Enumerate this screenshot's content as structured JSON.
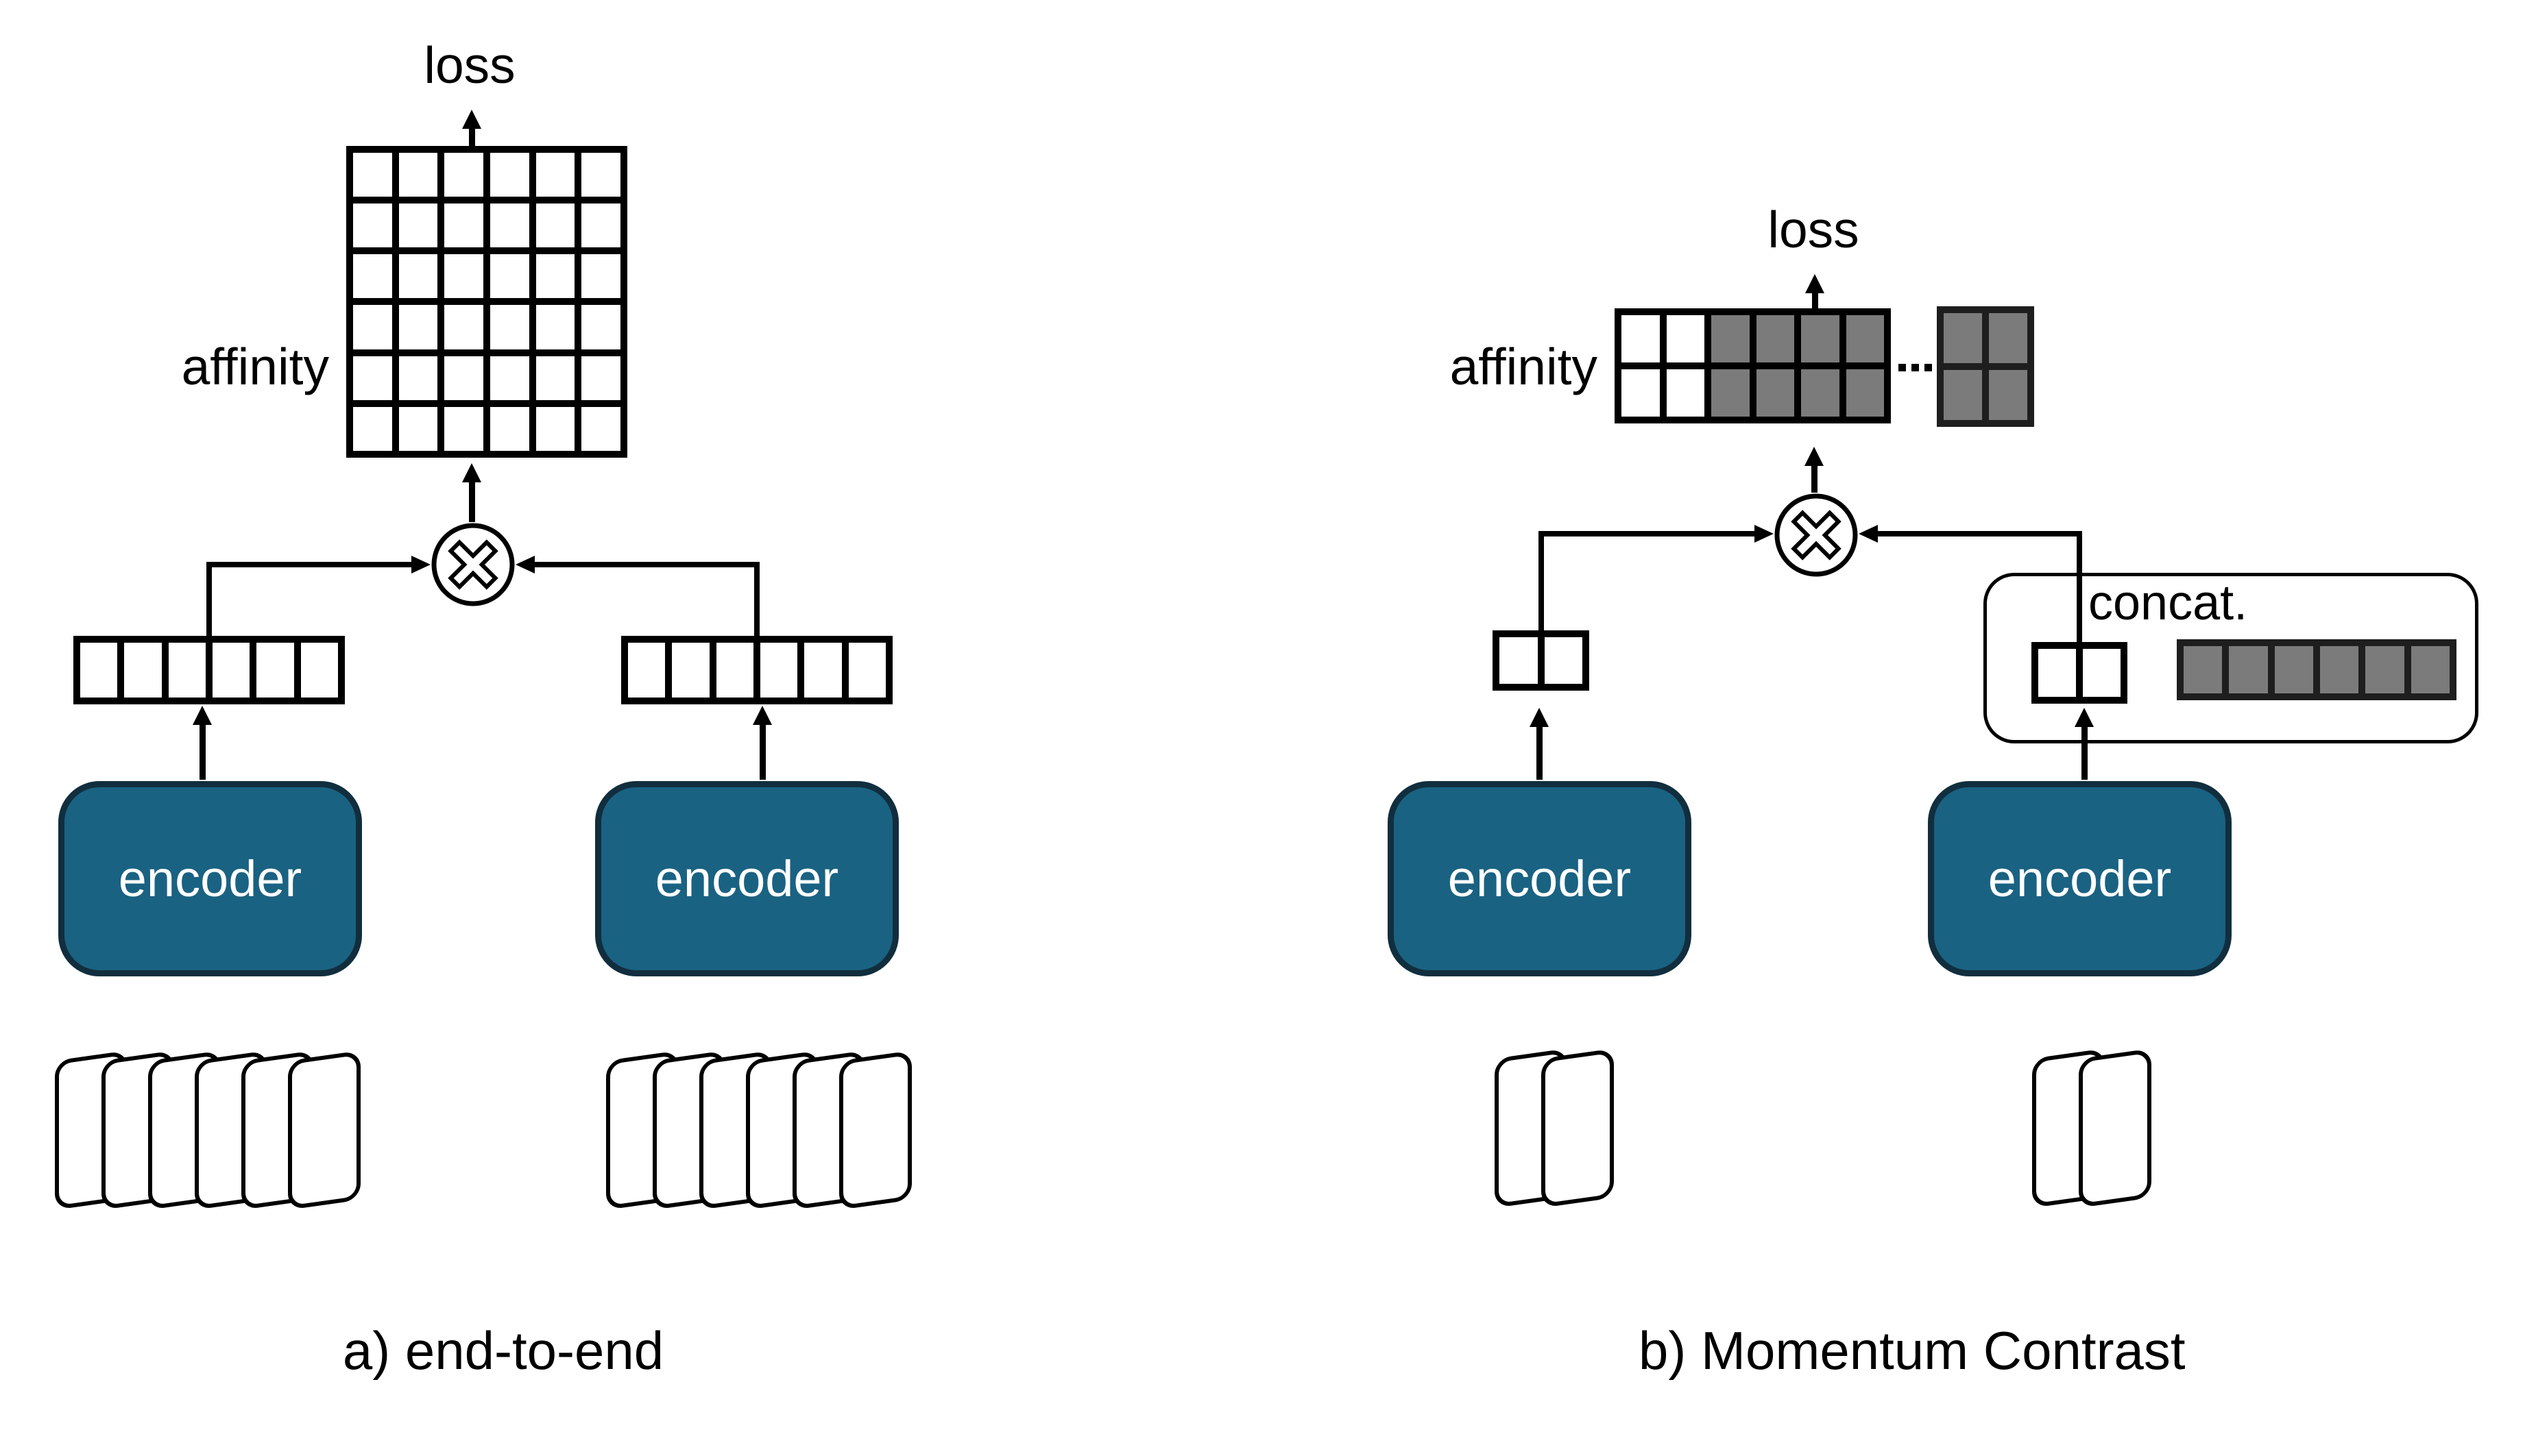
{
  "figure": {
    "type": "architecture-diagram",
    "colors": {
      "encoder_fill": "#1A6282",
      "encoder_border": "#112E3E",
      "cell_gray": "#7B7B7B",
      "line_black": "#000000",
      "background": "#FFFFFF"
    },
    "panel_a": {
      "caption": "a) end-to-end",
      "loss_label": "loss",
      "affinity_label": "affinity",
      "multiply_icon": "circle-x-multiply",
      "affinity_grid": {
        "rows": 6,
        "cols": 6
      },
      "feature_vector": {
        "rows": 1,
        "cols": 6
      },
      "encoders": [
        {
          "label": "encoder"
        },
        {
          "label": "encoder"
        }
      ],
      "card_stacks": [
        {
          "cards": 6
        },
        {
          "cards": 6
        }
      ]
    },
    "panel_b": {
      "caption": "b) Momentum Contrast",
      "loss_label": "loss",
      "affinity_label": "affinity",
      "concat_label": "concat.",
      "ellipsis": "···",
      "multiply_icon": "circle-x-multiply",
      "affinity_row": {
        "rows": 2,
        "cols": 6,
        "white_cols": 2
      },
      "affinity_extra_block": {
        "rows": 2,
        "cols": 2,
        "fill": "gray"
      },
      "q_vector": {
        "rows": 1,
        "cols": 2
      },
      "k_vector": {
        "rows": 1,
        "cols": 2
      },
      "queue_vector": {
        "rows": 1,
        "cols": 6,
        "fill": "gray"
      },
      "encoders": [
        {
          "label": "encoder"
        },
        {
          "label": "encoder"
        }
      ],
      "card_stacks": [
        {
          "cards": 2
        },
        {
          "cards": 2
        }
      ]
    }
  }
}
